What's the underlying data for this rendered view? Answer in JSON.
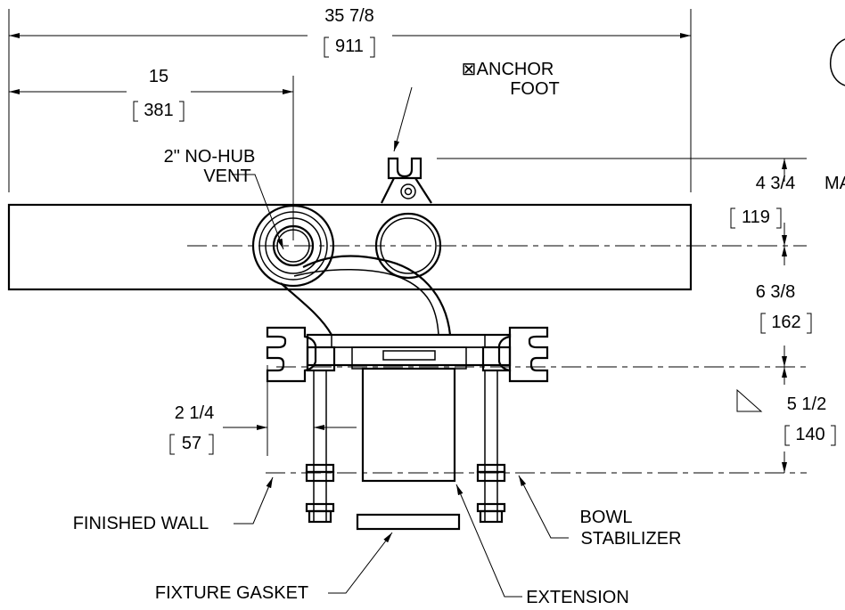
{
  "dimensions": {
    "overall_width": {
      "imperial": "35 7/8",
      "metric": "911"
    },
    "vent_offset": {
      "imperial": "15",
      "metric": "381"
    },
    "anchor_height": {
      "imperial": "4 3/4",
      "suffix": "MAX",
      "metric": "119"
    },
    "vent_to_bolt": {
      "imperial": "6 3/8",
      "metric": "162"
    },
    "bolt_to_wall": {
      "imperial": "5 1/2",
      "metric": "140"
    },
    "bolt_spacing": {
      "imperial": "2 1/4",
      "metric": "57"
    }
  },
  "labels": {
    "anchor_symbol": "⊠",
    "anchor_line1": "ANCHOR",
    "anchor_line2": "FOOT",
    "vent_line1": "2\" NO-HUB",
    "vent_line2": "VENT",
    "finished_wall": "FINISHED WALL",
    "bowl_line1": "BOWL",
    "bowl_line2": "STABILIZER",
    "fixture_gasket": "FIXTURE GASKET",
    "extension": "EXTENSION"
  }
}
